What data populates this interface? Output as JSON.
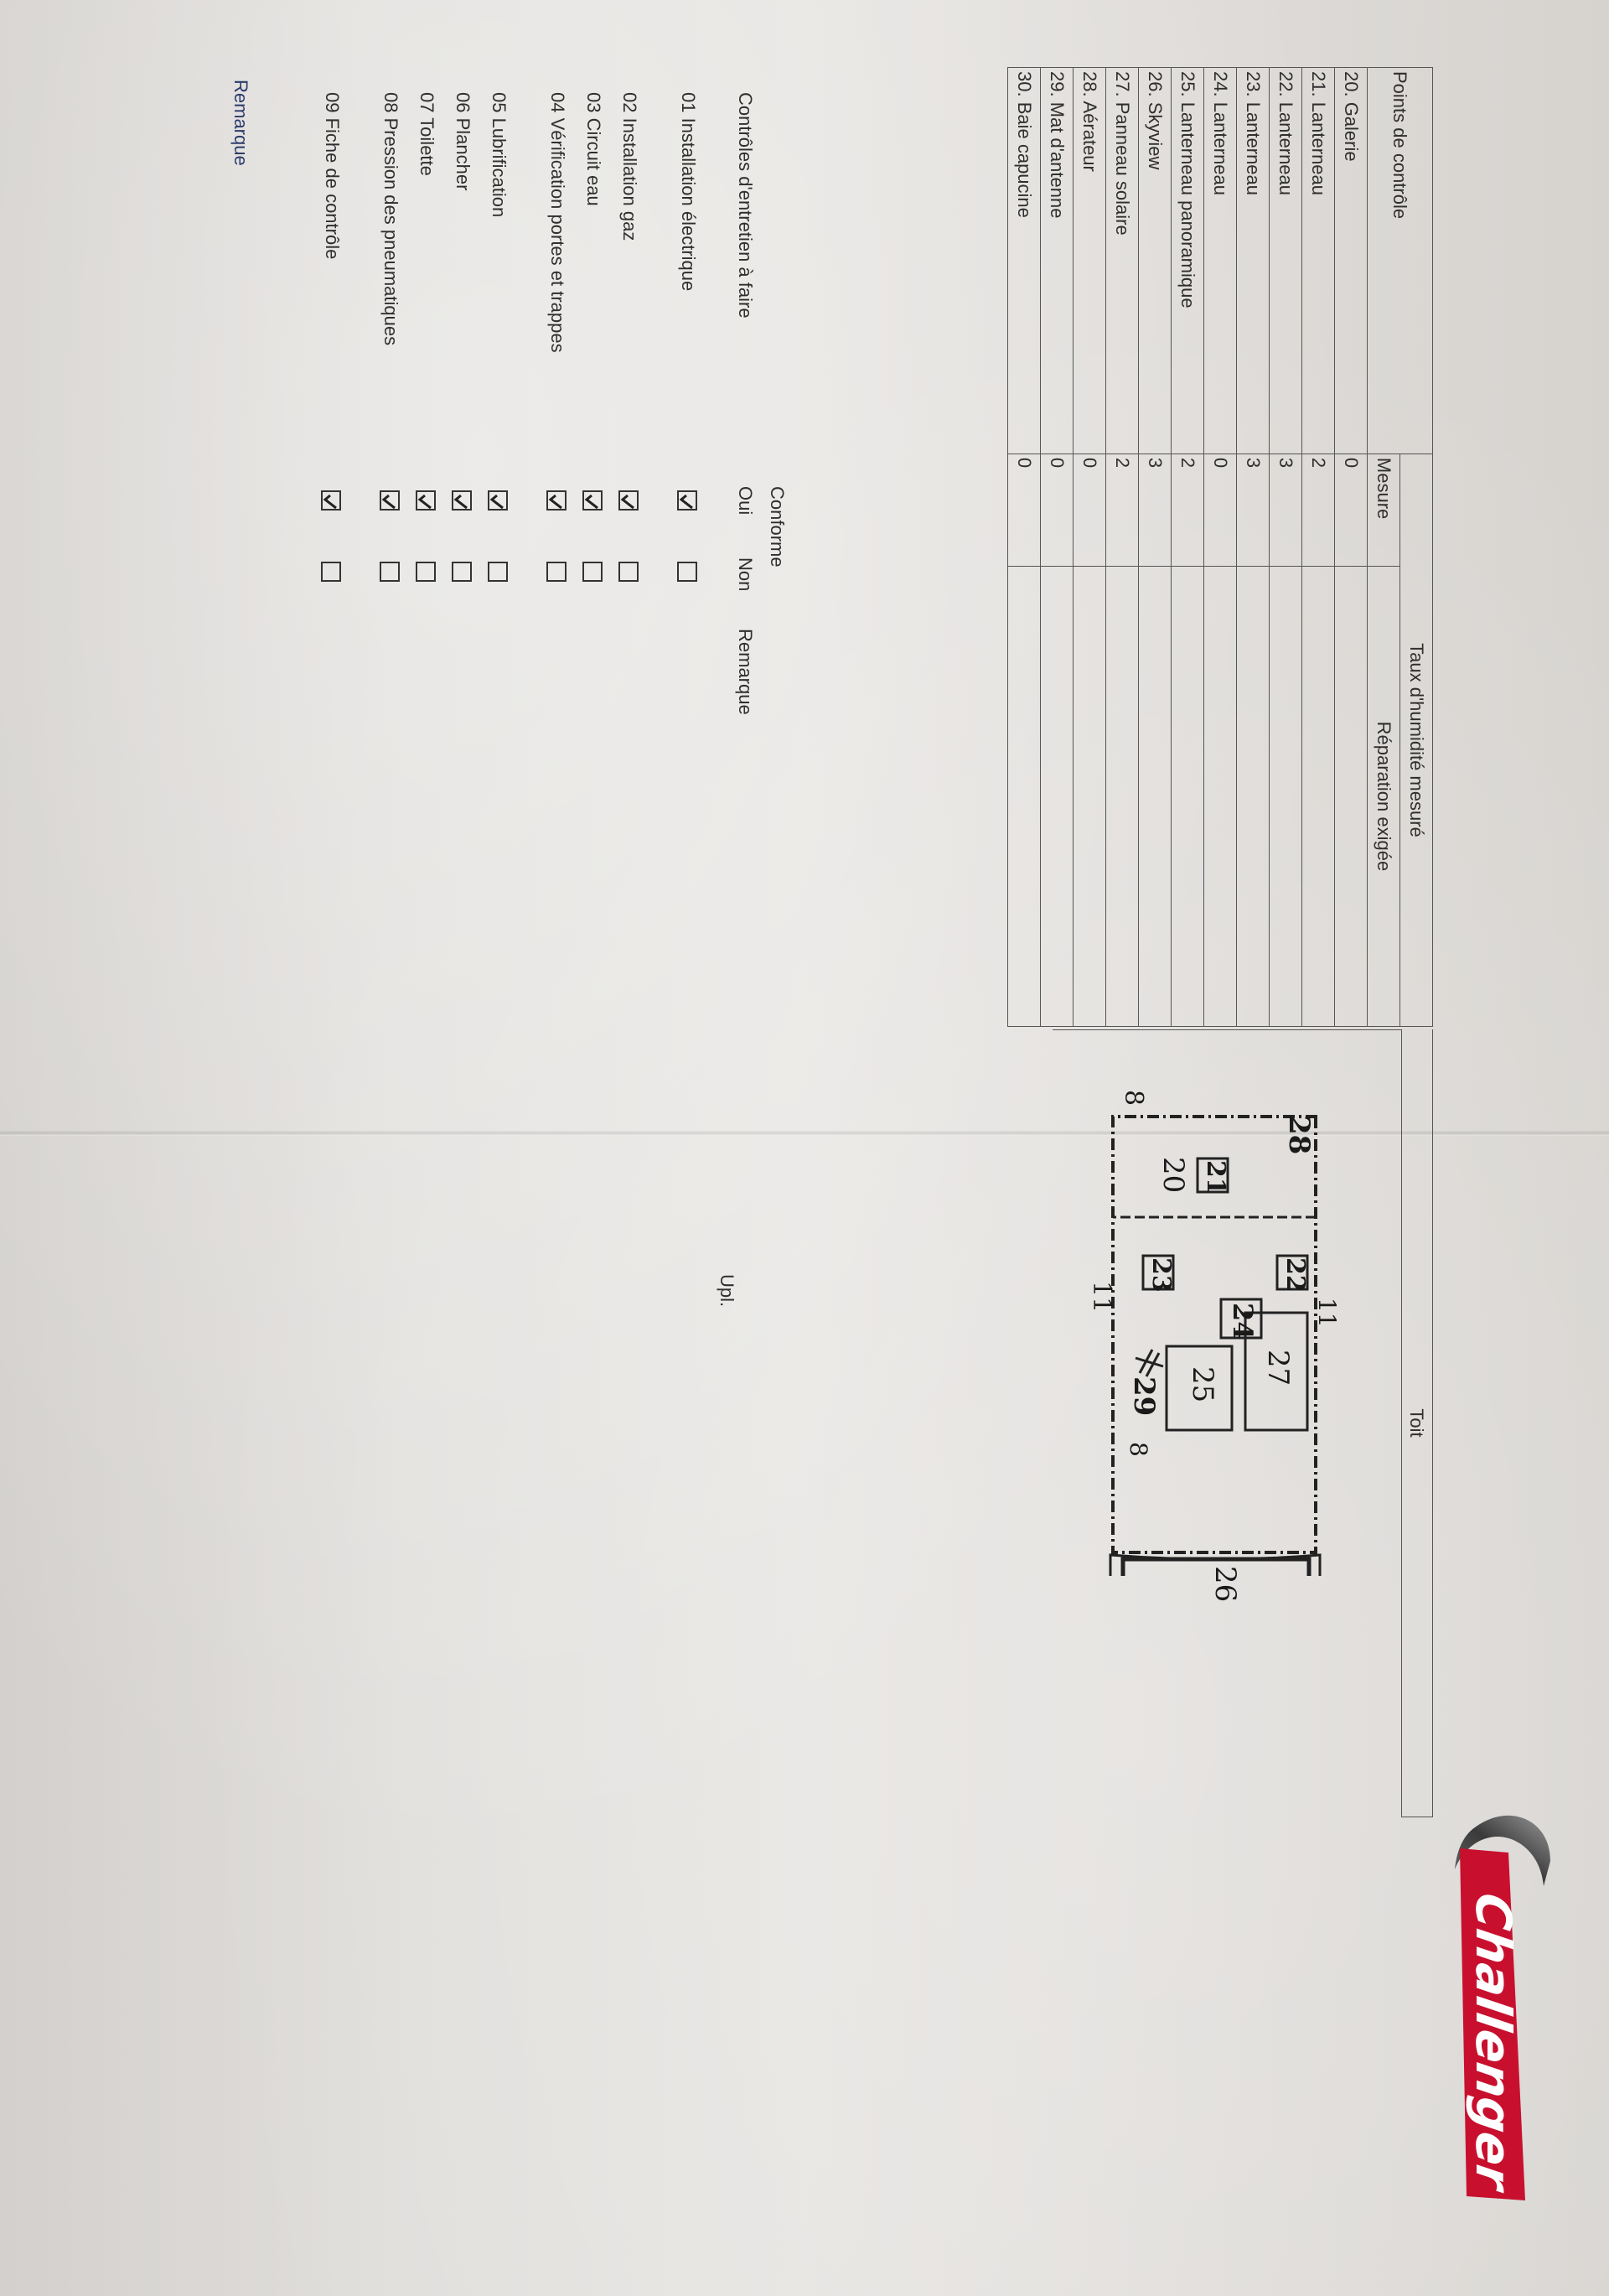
{
  "table": {
    "group_header": "Taux d'humidité mesuré",
    "toit_label": "Toit",
    "col_points": "Points de contrôle",
    "col_mesure": "Mesure",
    "col_reparation": "Réparation exigée",
    "rows": [
      {
        "point": "20. Galerie",
        "mesure": "0"
      },
      {
        "point": "21. Lanterneau",
        "mesure": "2"
      },
      {
        "point": "22. Lanterneau",
        "mesure": "3"
      },
      {
        "point": "23. Lanterneau",
        "mesure": "3"
      },
      {
        "point": "24. Lanterneau",
        "mesure": "0"
      },
      {
        "point": "25. Lanterneau panoramique",
        "mesure": "2"
      },
      {
        "point": "26. Skyview",
        "mesure": "3"
      },
      {
        "point": "27. Panneau solaire",
        "mesure": "2"
      },
      {
        "point": "28. Aérateur",
        "mesure": "0"
      },
      {
        "point": "29. Mat d'antenne",
        "mesure": "0"
      },
      {
        "point": "30. Baie capucine",
        "mesure": "0"
      }
    ]
  },
  "checklist": {
    "conforme": "Conforme",
    "title": "Contrôles d'entretien à faire",
    "oui": "Oui",
    "non": "Non",
    "remarque": "Remarque",
    "items": [
      {
        "label": "01  Installation électrique",
        "oui": true,
        "non": false
      },
      {
        "label": "02  Installation gaz",
        "oui": true,
        "non": false
      },
      {
        "label": "03  Circuit eau",
        "oui": true,
        "non": false
      },
      {
        "label": "04  Vérification portes et trappes",
        "oui": true,
        "non": false
      },
      {
        "label": "05  Lubrification",
        "oui": true,
        "non": false
      },
      {
        "label": "06  Plancher",
        "oui": true,
        "non": false
      },
      {
        "label": "07  Toilette",
        "oui": true,
        "non": false
      },
      {
        "label": "08  Pression des pneumatiques",
        "oui": true,
        "non": false
      },
      {
        "label": "09  Fiche de contrôle",
        "oui": true,
        "non": false
      }
    ]
  },
  "remarque_label": "Remarque",
  "upl_label": "Upl.",
  "diagram_labels": {
    "n28": "28",
    "n21": "21",
    "n20": "20",
    "n22": "22",
    "n23": "23",
    "n24": "24",
    "n27": "27",
    "n25": "25",
    "n29": "29",
    "n26": "26",
    "n8a": "8",
    "n8b": "8",
    "n11a": "11",
    "n11b": "11"
  },
  "logo": {
    "text": "Challenger",
    "accent_color": "#c8102e"
  }
}
